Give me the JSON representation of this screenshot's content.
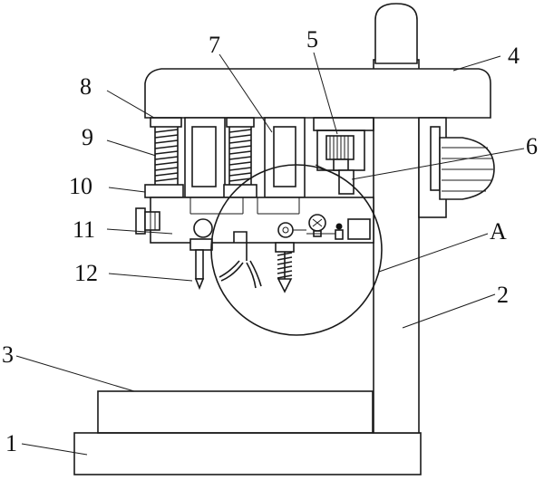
{
  "labels": {
    "l1": "1",
    "l2": "2",
    "l3": "3",
    "l4": "4",
    "l5": "5",
    "l6": "6",
    "l7": "7",
    "l8": "8",
    "l9": "9",
    "l10": "10",
    "l11": "11",
    "l12": "12",
    "lA": "A"
  },
  "colors": {
    "line": "#1a1a1a",
    "background": "#ffffff",
    "stipple": "#8a8a8a"
  }
}
